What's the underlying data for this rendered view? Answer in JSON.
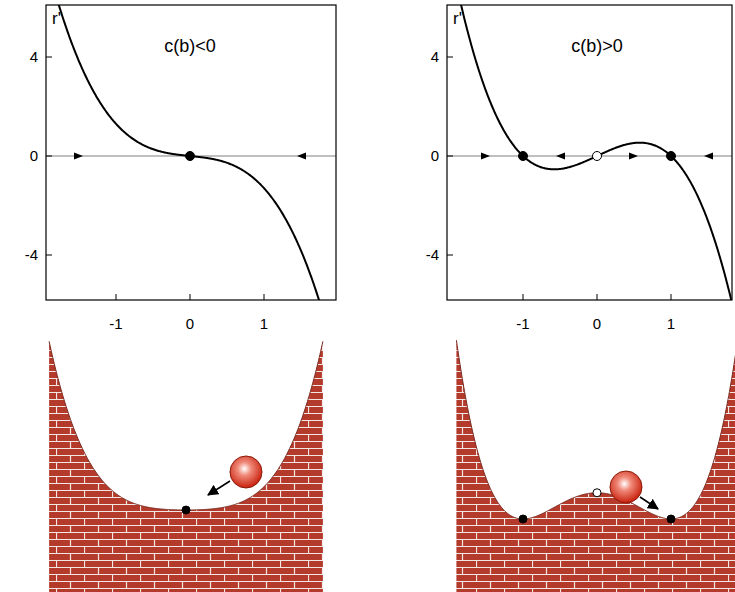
{
  "diagram": {
    "labels": [
      "r'",
      "c(b)<0",
      "4",
      "0",
      "-4",
      "-1",
      "0",
      "1",
      "r'",
      "c(b)>0",
      "4",
      "0",
      "-4",
      "-1",
      "0",
      "1"
    ]
  }
}
